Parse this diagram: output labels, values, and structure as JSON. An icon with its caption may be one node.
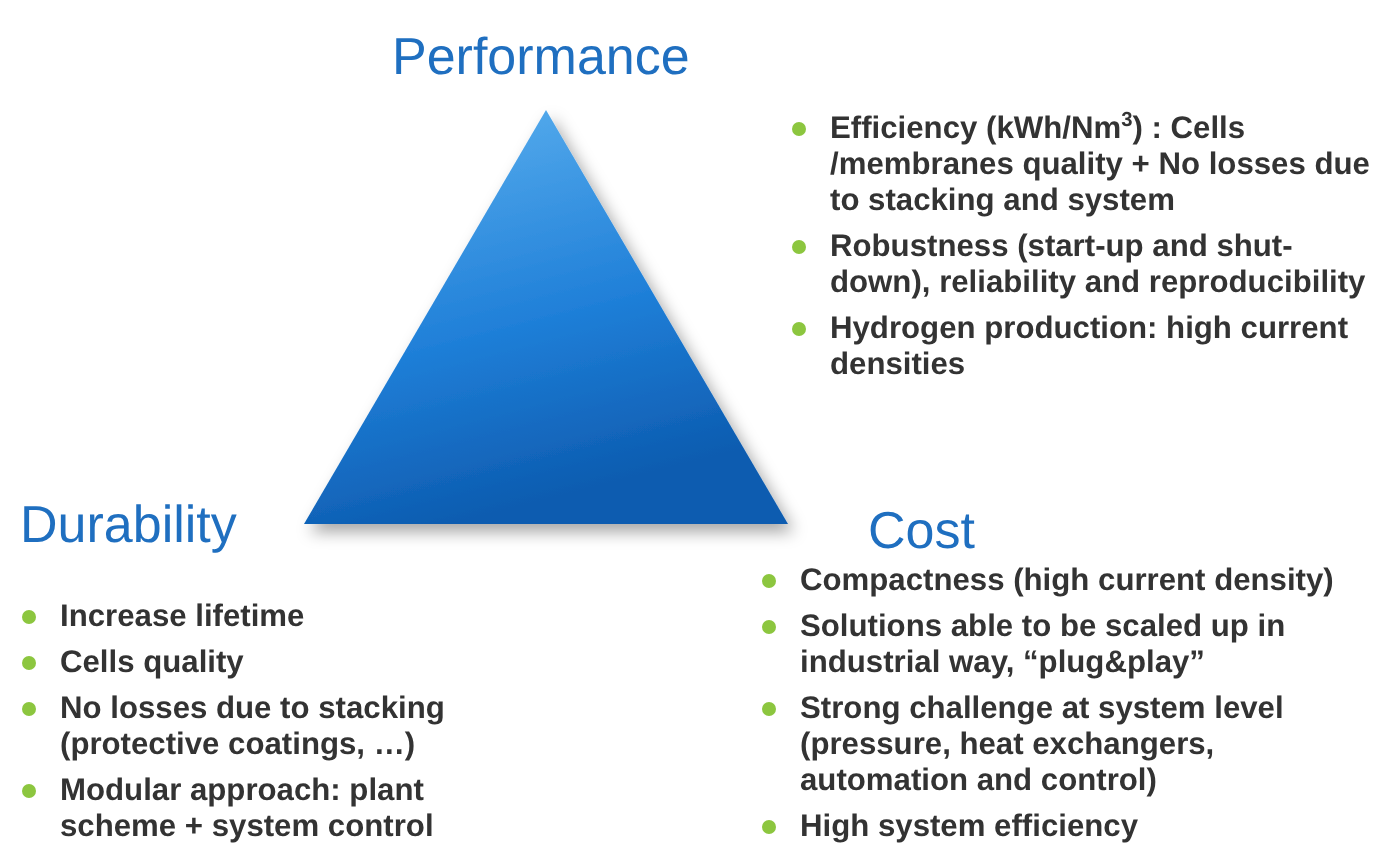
{
  "diagram": {
    "nodes": [
      {
        "text": [],
        "shape": "triangle"
      }
    ],
    "labels": [
      "Performance",
      "Efficiency (kWh/Nm$^{3}$) : Cells /membranes quality + No losses due to stacking and system",
      "Robustness (start-up and shut-down), reliability and reproducibility",
      "Hydrogen production: high current densities",
      "Durability",
      "Increase lifetime",
      "Cells quality",
      "No losses due to stacking (protective coatings, …)",
      "Modular approach: plant scheme + system control",
      "Cost",
      "Compactness (high current density)",
      "Solutions able to be scaled up in industrial way, “plug&play”",
      "Strong challenge at system level (pressure, heat exchangers, automation and control)",
      "High system efficiency"
    ]
  }
}
